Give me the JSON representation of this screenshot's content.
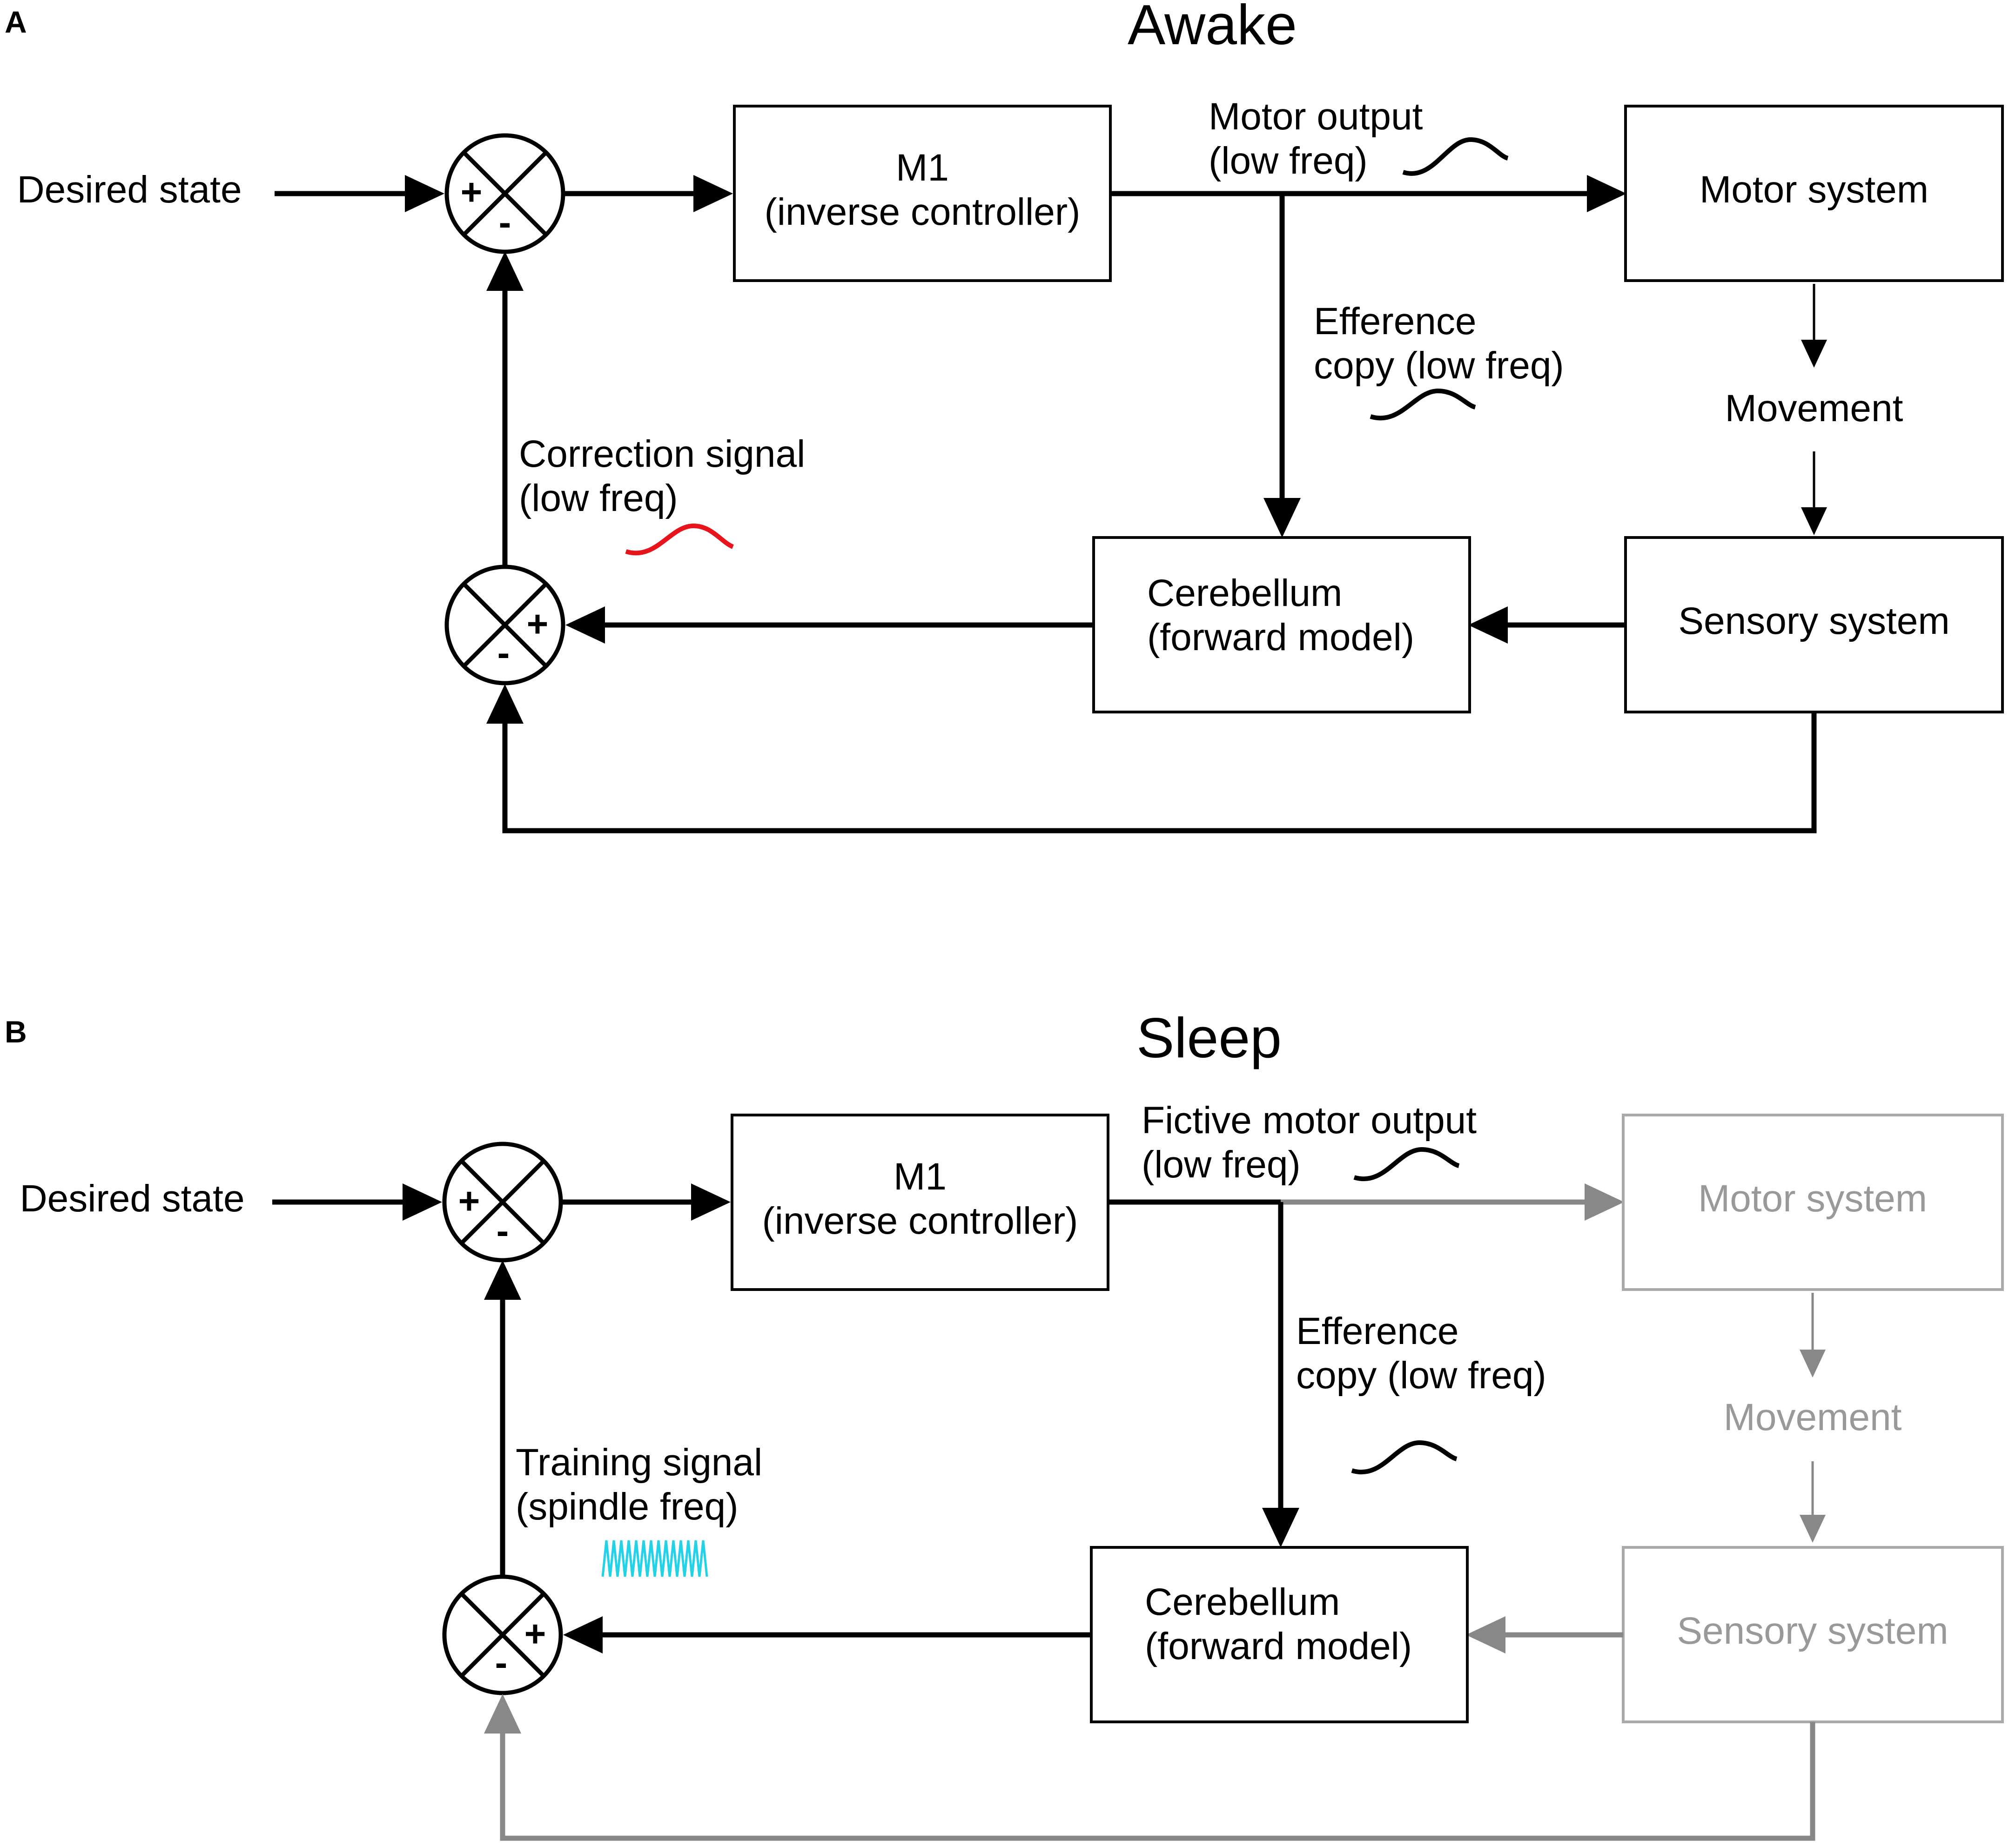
{
  "colors": {
    "active": "#000000",
    "inactive": "#888888",
    "inactive_text": "#999999",
    "inactive_box": "#aaaaaa",
    "correction_wave": "#e8141b",
    "training_wave": "#22d3e6"
  },
  "panel_a": {
    "letter": "A",
    "title": "Awake",
    "desired_state": "Desired state",
    "m1_line1": "M1",
    "m1_line2": "(inverse controller)",
    "motor_output_line1": "Motor output",
    "motor_output_line2": "(low freq)",
    "motor_system": "Motor system",
    "efference_line1": "Efference",
    "efference_line2": "copy (low freq)",
    "movement": "Movement",
    "correction_line1": "Correction signal",
    "correction_line2": "(low freq)",
    "cerebellum_line1": "Cerebellum",
    "cerebellum_line2": "(forward model)",
    "sensory_system": "Sensory system",
    "sum1_plus": "+",
    "sum1_minus": "-",
    "sum2_plus": "+",
    "sum2_minus": "-"
  },
  "panel_b": {
    "letter": "B",
    "title": "Sleep",
    "desired_state": "Desired state",
    "m1_line1": "M1",
    "m1_line2": "(inverse controller)",
    "motor_output_line1": "Fictive motor output",
    "motor_output_line2": "(low freq)",
    "motor_system": "Motor system",
    "efference_line1": "Efference",
    "efference_line2": "copy (low freq)",
    "movement": "Movement",
    "training_line1": "Training signal",
    "training_line2": "(spindle freq)",
    "cerebellum_line1": "Cerebellum",
    "cerebellum_line2": "(forward model)",
    "sensory_system": "Sensory system",
    "sum1_plus": "+",
    "sum1_minus": "-",
    "sum2_plus": "+",
    "sum2_minus": "-"
  }
}
